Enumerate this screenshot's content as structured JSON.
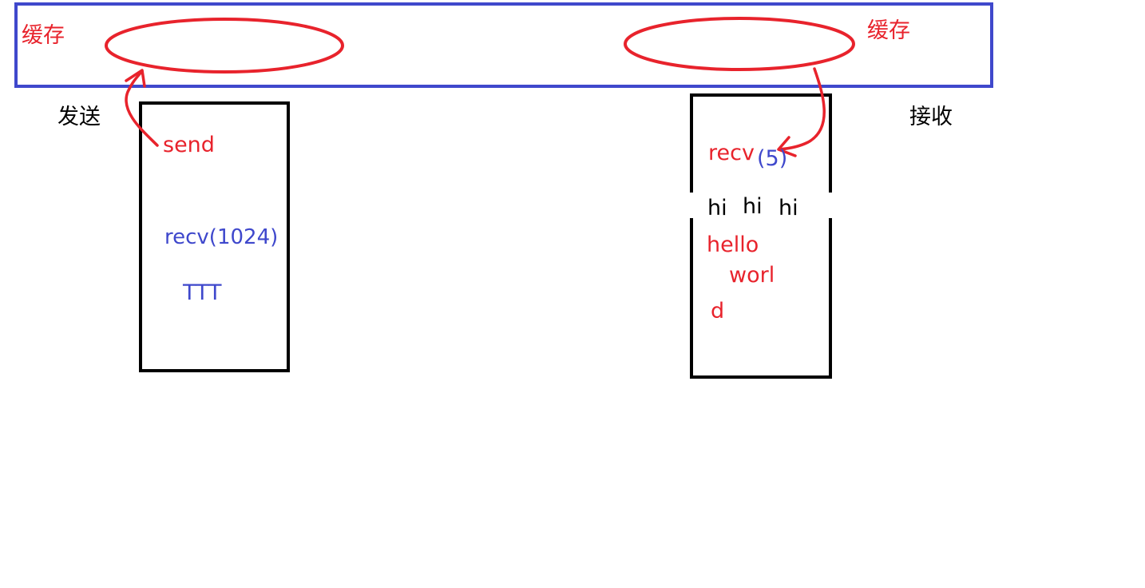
{
  "colors": {
    "red": "#e8232c",
    "blue": "#3f48cc",
    "black": "#000000"
  },
  "labels": {
    "buffer_left": "缓存",
    "buffer_right": "缓存",
    "send_side": "发送",
    "recv_side": "接收",
    "send_call": "send",
    "recv_1024": "recv(1024)",
    "ttt": "TTT",
    "recv_call": "recv",
    "recv_arg": "(5)",
    "hi_1": "hi",
    "hi_2": "hi",
    "hi_3": "hi",
    "hello": "hello",
    "worl": "worl",
    "d": "d"
  }
}
